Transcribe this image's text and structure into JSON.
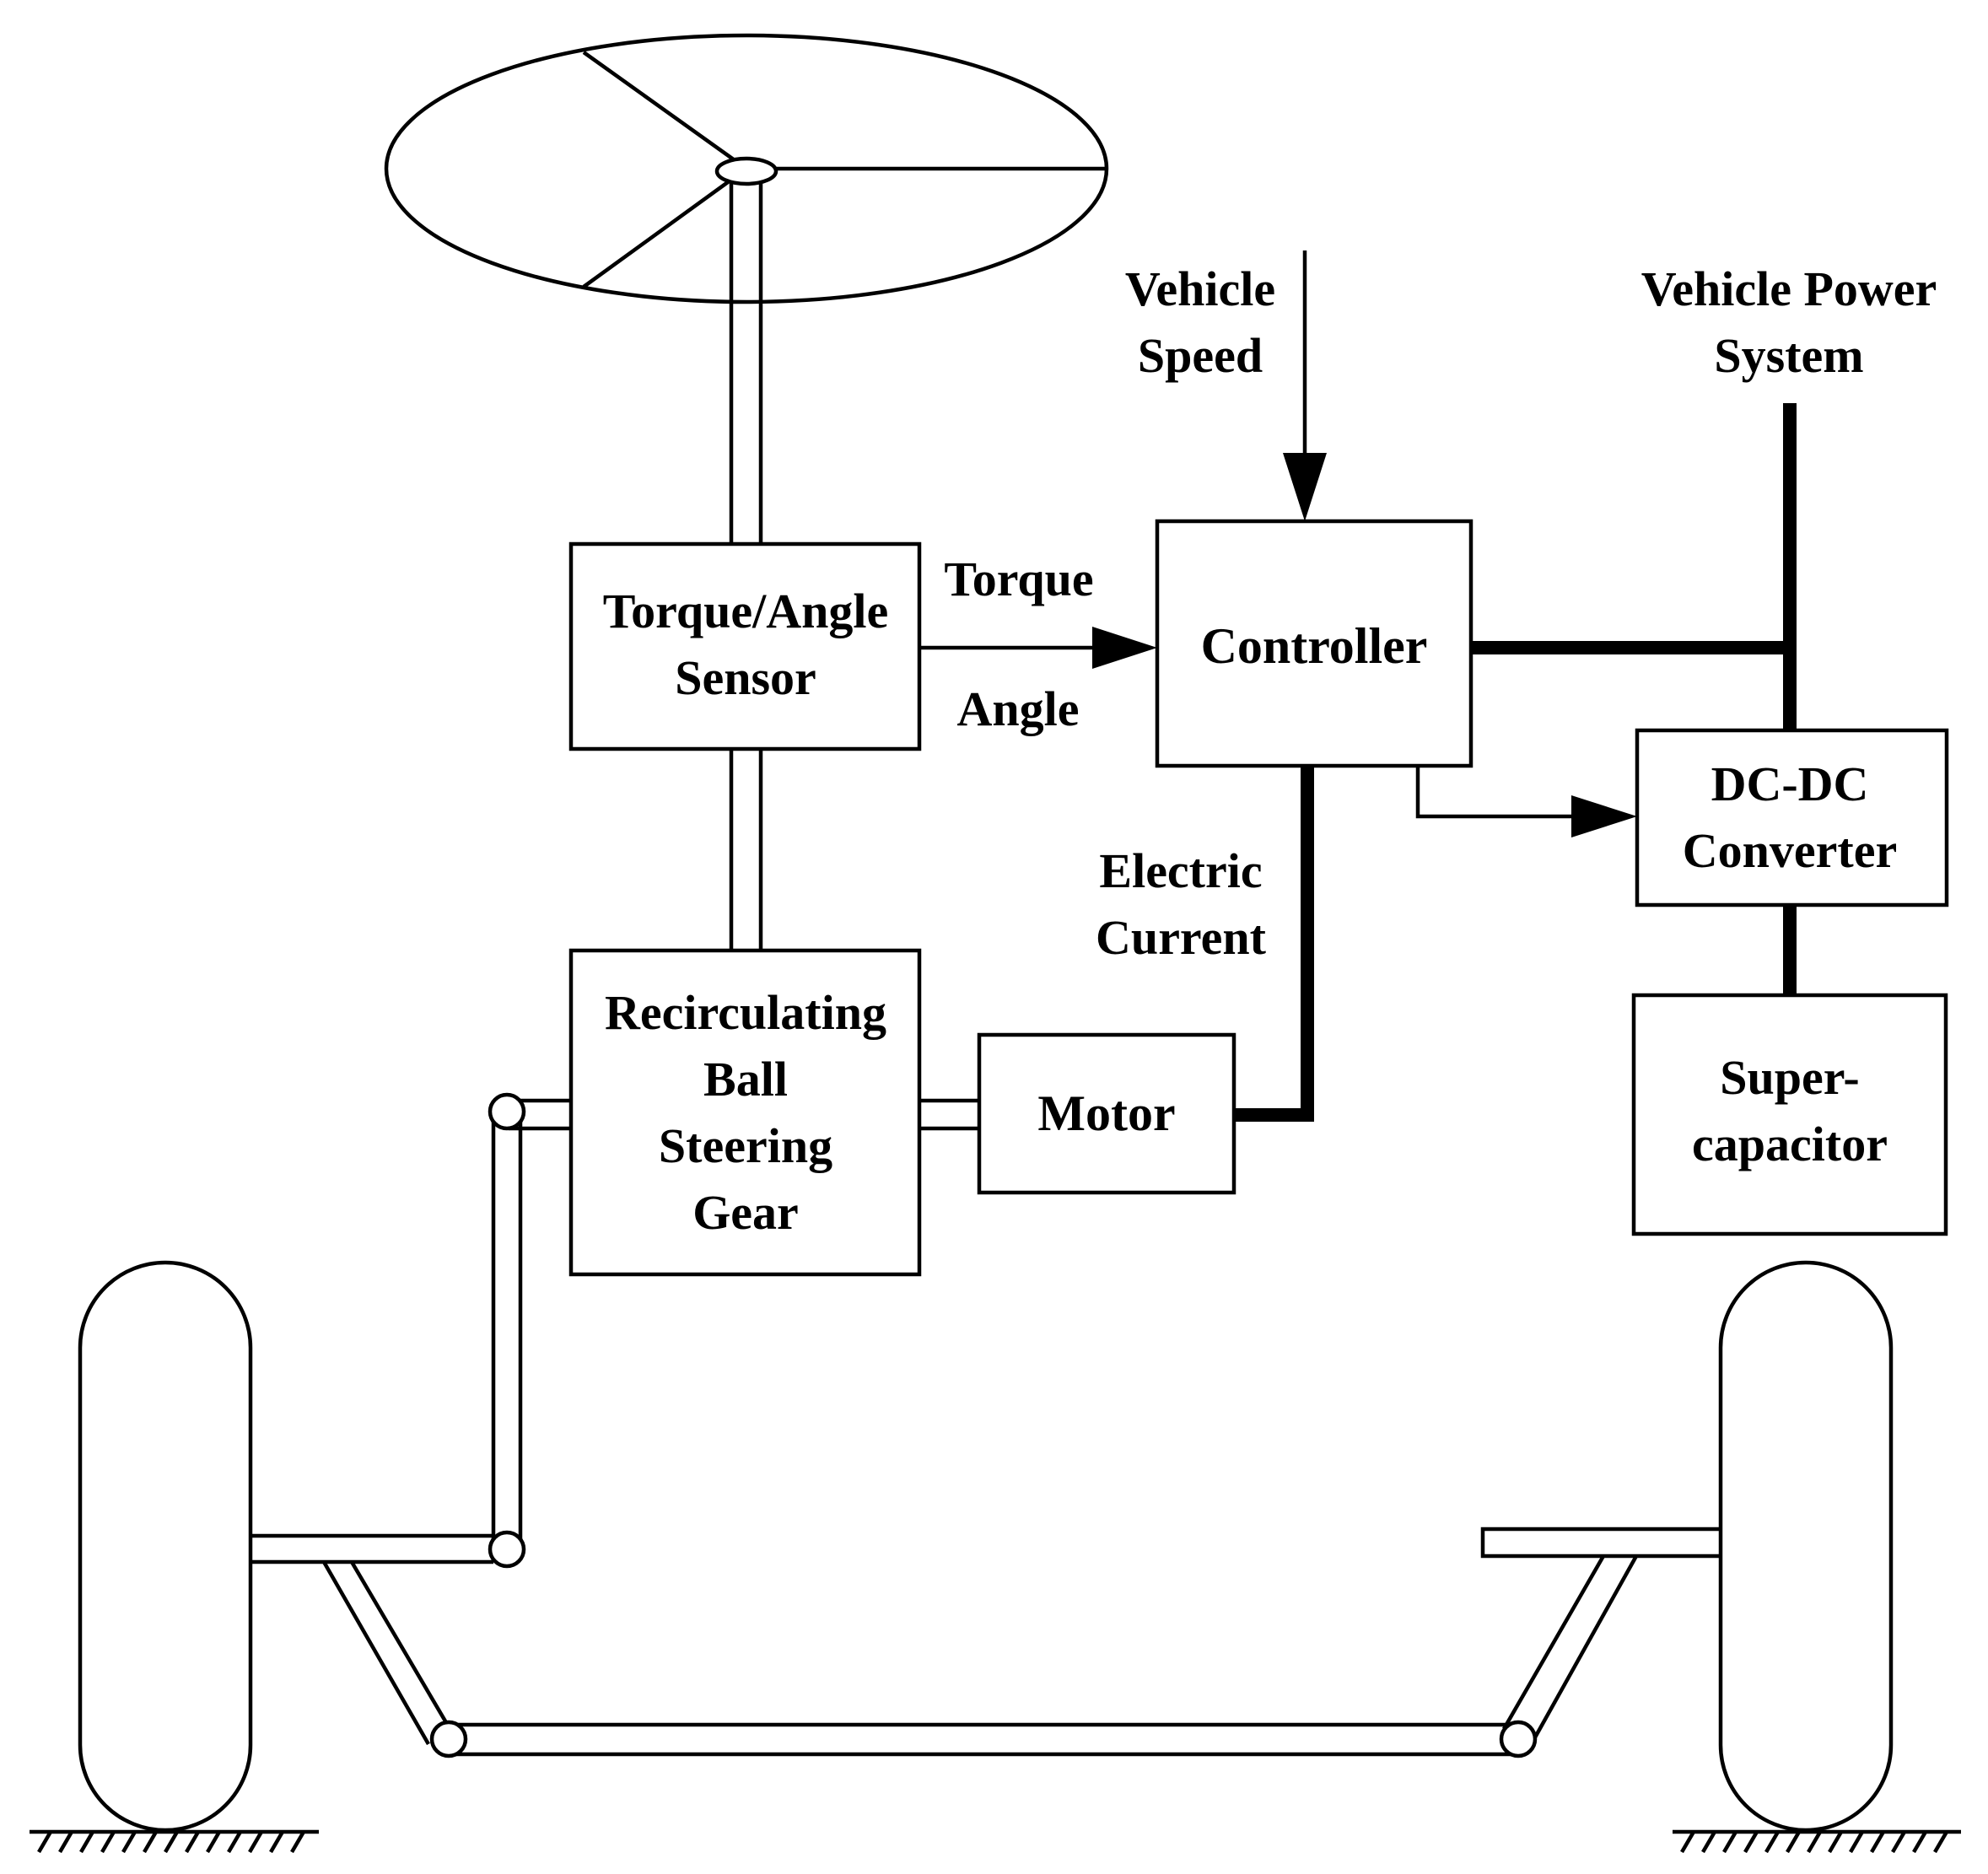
{
  "labels": {
    "vehicle_speed": [
      "Vehicle",
      "Speed"
    ],
    "vehicle_power_system": [
      "Vehicle Power",
      "System"
    ],
    "torque": "Torque",
    "angle": "Angle",
    "electric_current": [
      "Electric",
      "Current"
    ]
  },
  "blocks": {
    "sensor": [
      "Torque/Angle",
      "Sensor"
    ],
    "controller": [
      "Controller"
    ],
    "dcdc": [
      "DC-DC",
      "Converter"
    ],
    "gear": [
      "Recirculating",
      "Ball",
      "Steering",
      "Gear"
    ],
    "motor": [
      "Motor"
    ],
    "supercap": [
      "Super-",
      "capacitor"
    ]
  },
  "colors": {
    "line": "#000000",
    "background": "#ffffff"
  }
}
